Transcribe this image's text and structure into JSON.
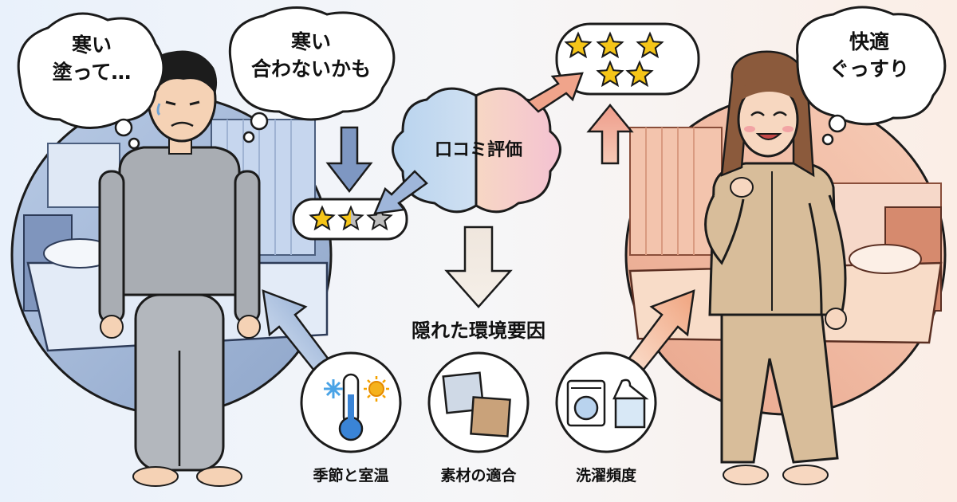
{
  "thoughts": {
    "left_cold": [
      "寒い",
      "塗って…"
    ],
    "left_mismatch": [
      "寒い",
      "合わないかも"
    ],
    "right_comfort": [
      "快適",
      "ぐっすり"
    ]
  },
  "center": {
    "brain_label": "口コミ評価",
    "hidden_factors_title": "隠れた環境要因"
  },
  "ratings": {
    "low": {
      "stars": 1.5,
      "max": 3
    },
    "high": {
      "stars": 5,
      "max": 5
    }
  },
  "factors": [
    {
      "label": "季節と室温",
      "icon": "thermometer-snowflake-sun-icon"
    },
    {
      "label": "素材の適合",
      "icon": "fabric-swatches-icon"
    },
    {
      "label": "洗濯頻度",
      "icon": "washing-machine-hanger-icon"
    }
  ],
  "colors": {
    "cold_arrow": "#8aa6cf",
    "warm_arrow": "#f0a47f",
    "star": "#f5c518",
    "star_empty": "#bdbdbd",
    "outline": "#1b1b1b"
  }
}
